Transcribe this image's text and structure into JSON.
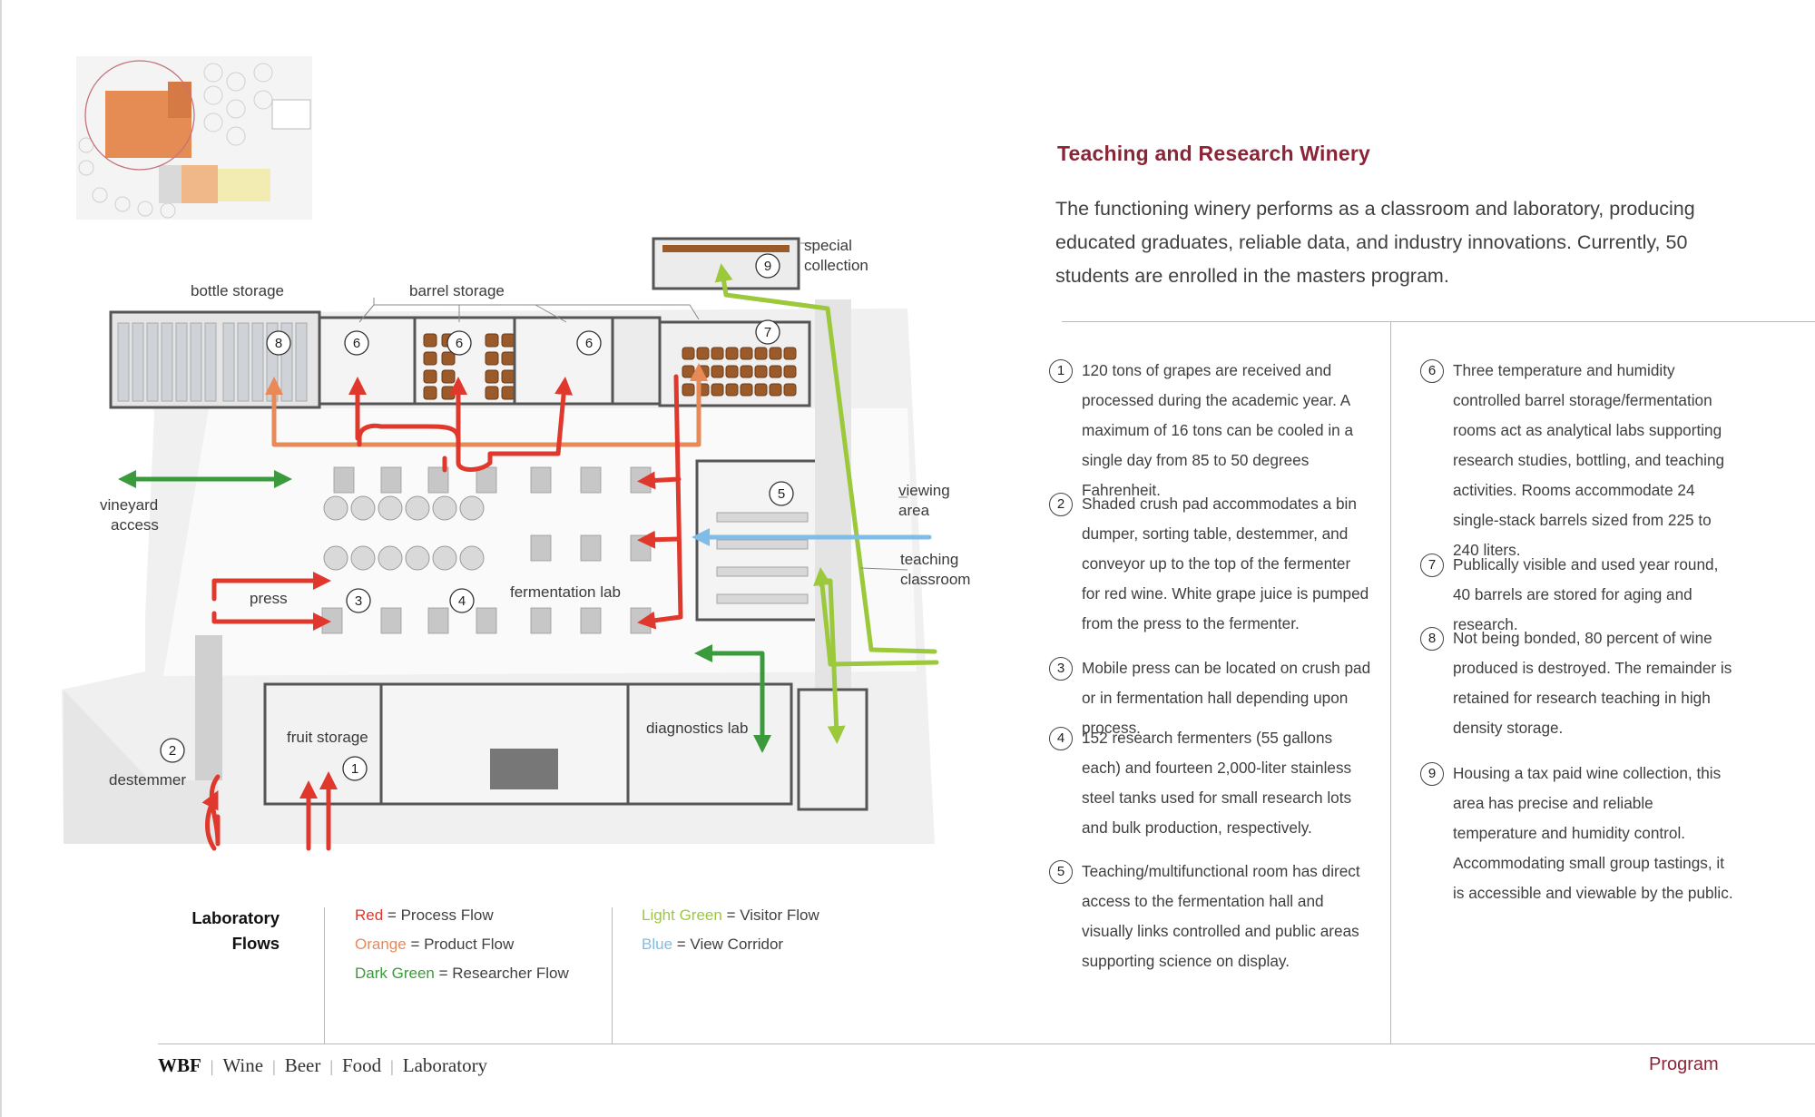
{
  "title": "Teaching and Research Winery",
  "intro": "The functioning winery performs as a classroom and laboratory, producing educated graduates, reliable data, and industry innovations. Currently, 50 students are enrolled in the masters program.",
  "plan_labels": {
    "bottle_storage": "bottle storage",
    "barrel_storage": "barrel storage",
    "special_collection": [
      "special",
      "collection"
    ],
    "vineyard_access": [
      "vineyard",
      "access"
    ],
    "viewing_area": [
      "viewing",
      "area"
    ],
    "teaching_classroom": [
      "teaching",
      "classroom"
    ],
    "press": "press",
    "fermentation_lab": "fermentation lab",
    "fruit_storage": "fruit storage",
    "destemmer": "destemmer",
    "diagnostics_lab": "diagnostics lab"
  },
  "plan_markers": [
    "1",
    "2",
    "3",
    "4",
    "5",
    "6",
    "6",
    "6",
    "7",
    "8",
    "9"
  ],
  "notes": [
    {
      "num": "1",
      "text": "120 tons of grapes are received and processed during the academic year. A maximum of 16 tons can be cooled in a single day from 85 to 50 degrees Fahrenheit."
    },
    {
      "num": "2",
      "text": "Shaded crush pad accommodates a bin dumper, sorting table, destemmer, and conveyor up to the top of the fermenter for red wine. White grape juice is pumped from the press to the fermenter."
    },
    {
      "num": "3",
      "text": "Mobile press can be located on crush pad or in fermentation hall depending upon process."
    },
    {
      "num": "4",
      "text": "152 research fermenters (55 gallons each) and fourteen 2,000-liter stainless steel tanks used for small research lots and bulk production, respectively."
    },
    {
      "num": "5",
      "text": "Teaching/multifunctional room has direct access to the fermentation hall and visually links controlled and public areas supporting science on display."
    },
    {
      "num": "6",
      "text": "Three temperature and humidity controlled barrel storage/fermentation rooms act as analytical labs supporting research studies, bottling, and teaching activities. Rooms accommodate 24 single-stack barrels sized from 225 to 240 liters."
    },
    {
      "num": "7",
      "text": "Publically visible and used year round, 40 barrels are stored for aging and research."
    },
    {
      "num": "8",
      "text": "Not being bonded, 80 percent of wine produced is destroyed. The remainder is retained for research teaching in high density storage."
    },
    {
      "num": "9",
      "text": "Housing a tax paid wine collection, this area has precise and reliable temperature and humidity control. Accommodating small group tastings, it is accessible and viewable by the public."
    }
  ],
  "legend": {
    "title_line1": "Laboratory",
    "title_line2": "Flows",
    "items": [
      {
        "color_name": "Red",
        "meaning": "= Process Flow",
        "color": "#e0382c"
      },
      {
        "color_name": "Orange",
        "meaning": "= Product Flow",
        "color": "#e88a58"
      },
      {
        "color_name": "Dark Green",
        "meaning": "= Researcher Flow",
        "color": "#3a9a3c"
      },
      {
        "color_name": "Light Green",
        "meaning": "= Visitor Flow",
        "color": "#9cc83c"
      },
      {
        "color_name": "Blue",
        "meaning": "= View Corridor",
        "color": "#7fbde6"
      }
    ]
  },
  "footer": {
    "brand": "WBF",
    "nav": [
      "Wine",
      "Beer",
      "Food",
      "Laboratory"
    ],
    "section": "Program"
  }
}
